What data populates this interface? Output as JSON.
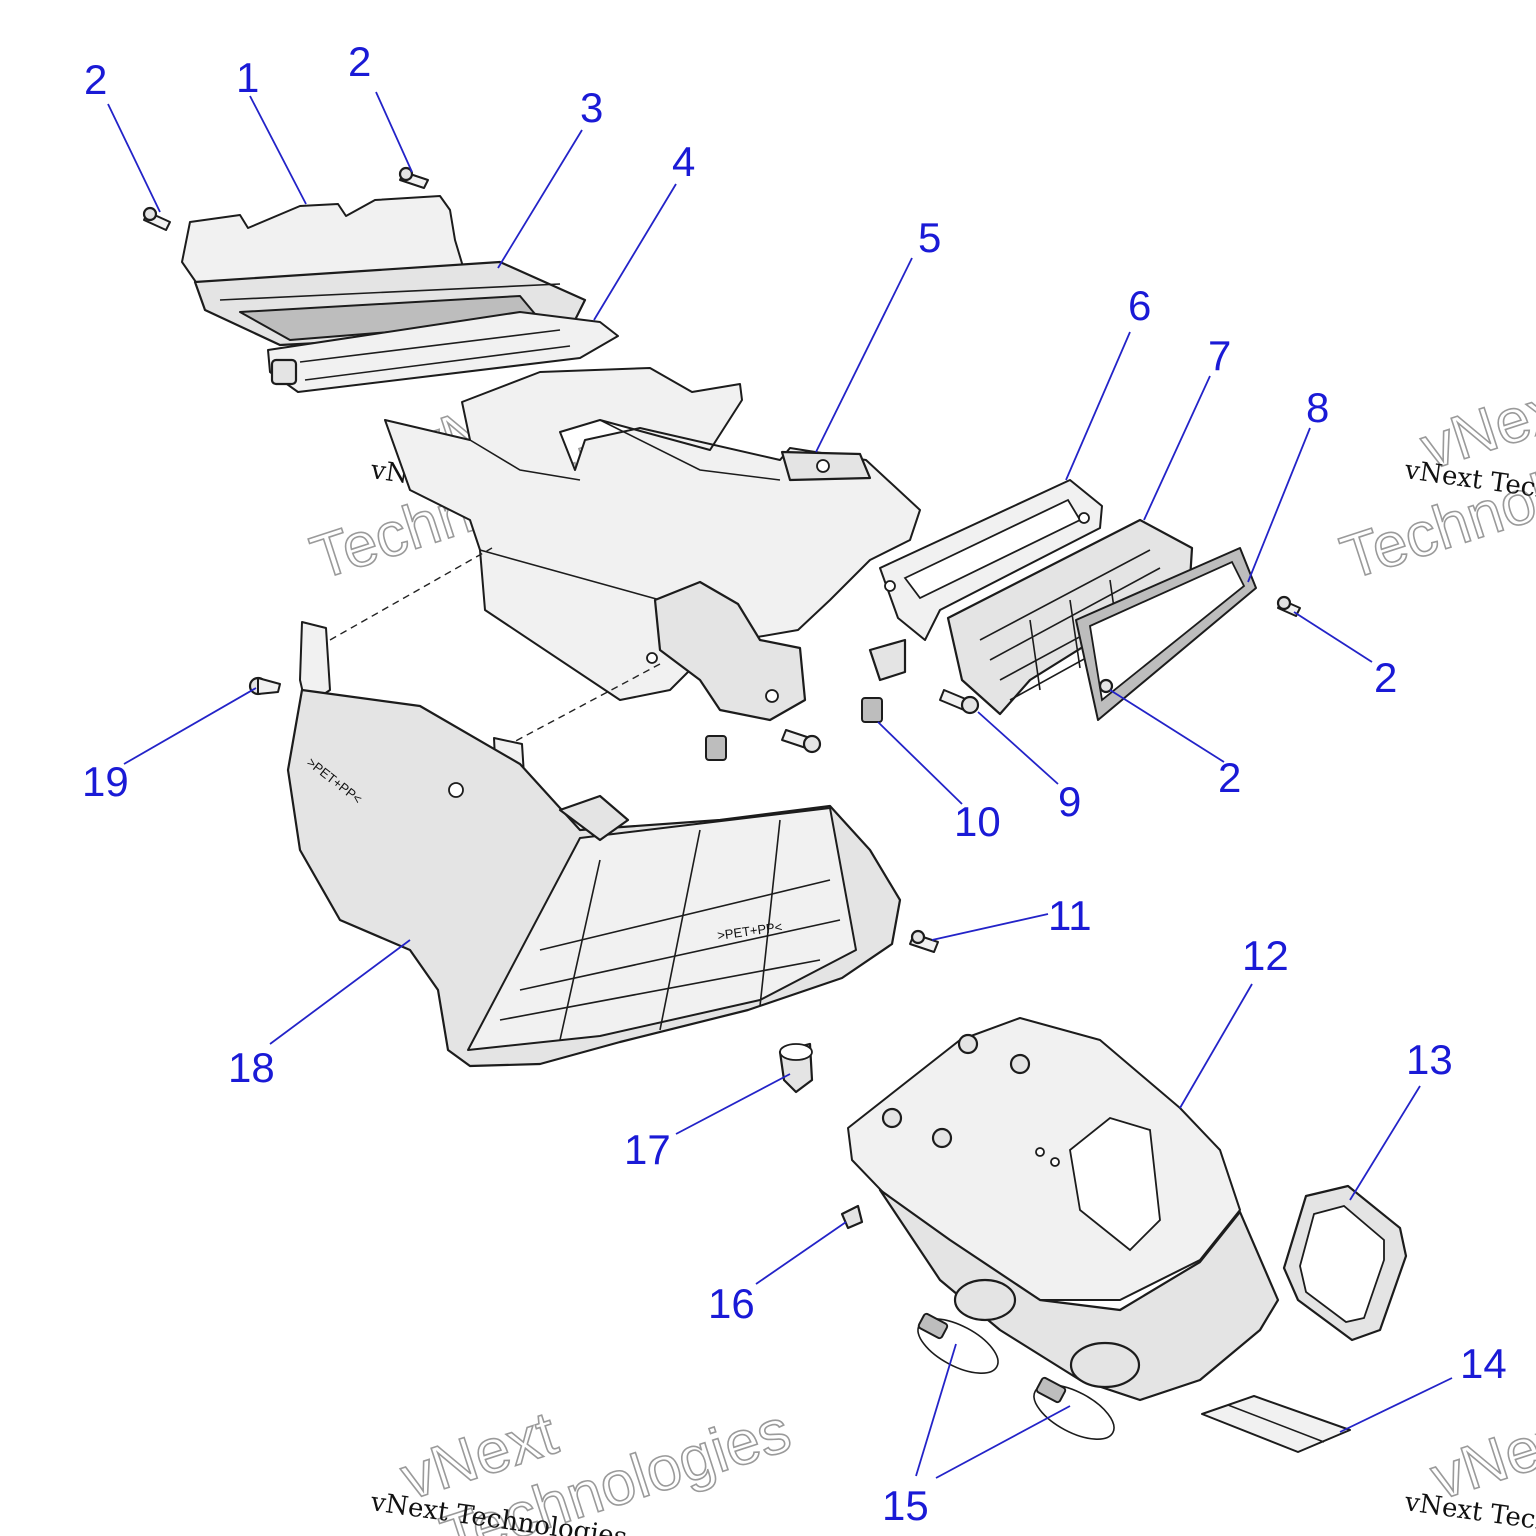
{
  "callouts": [
    "1",
    "2",
    "3",
    "4",
    "5",
    "6",
    "7",
    "8",
    "9",
    "10",
    "11",
    "12",
    "13",
    "14",
    "15",
    "16",
    "17",
    "18",
    "19"
  ],
  "watermark": {
    "line1": "vNext Technologies",
    "line2": "vNext",
    "line3": "Technologies"
  },
  "part_stamps": [
    ">PET+PP<",
    ">PET+PP<"
  ],
  "colors": {
    "callout": "#1a1ad6",
    "leader": "#2323c8",
    "part_fill": "#e4e4e4",
    "outline": "#1c1c1c"
  }
}
